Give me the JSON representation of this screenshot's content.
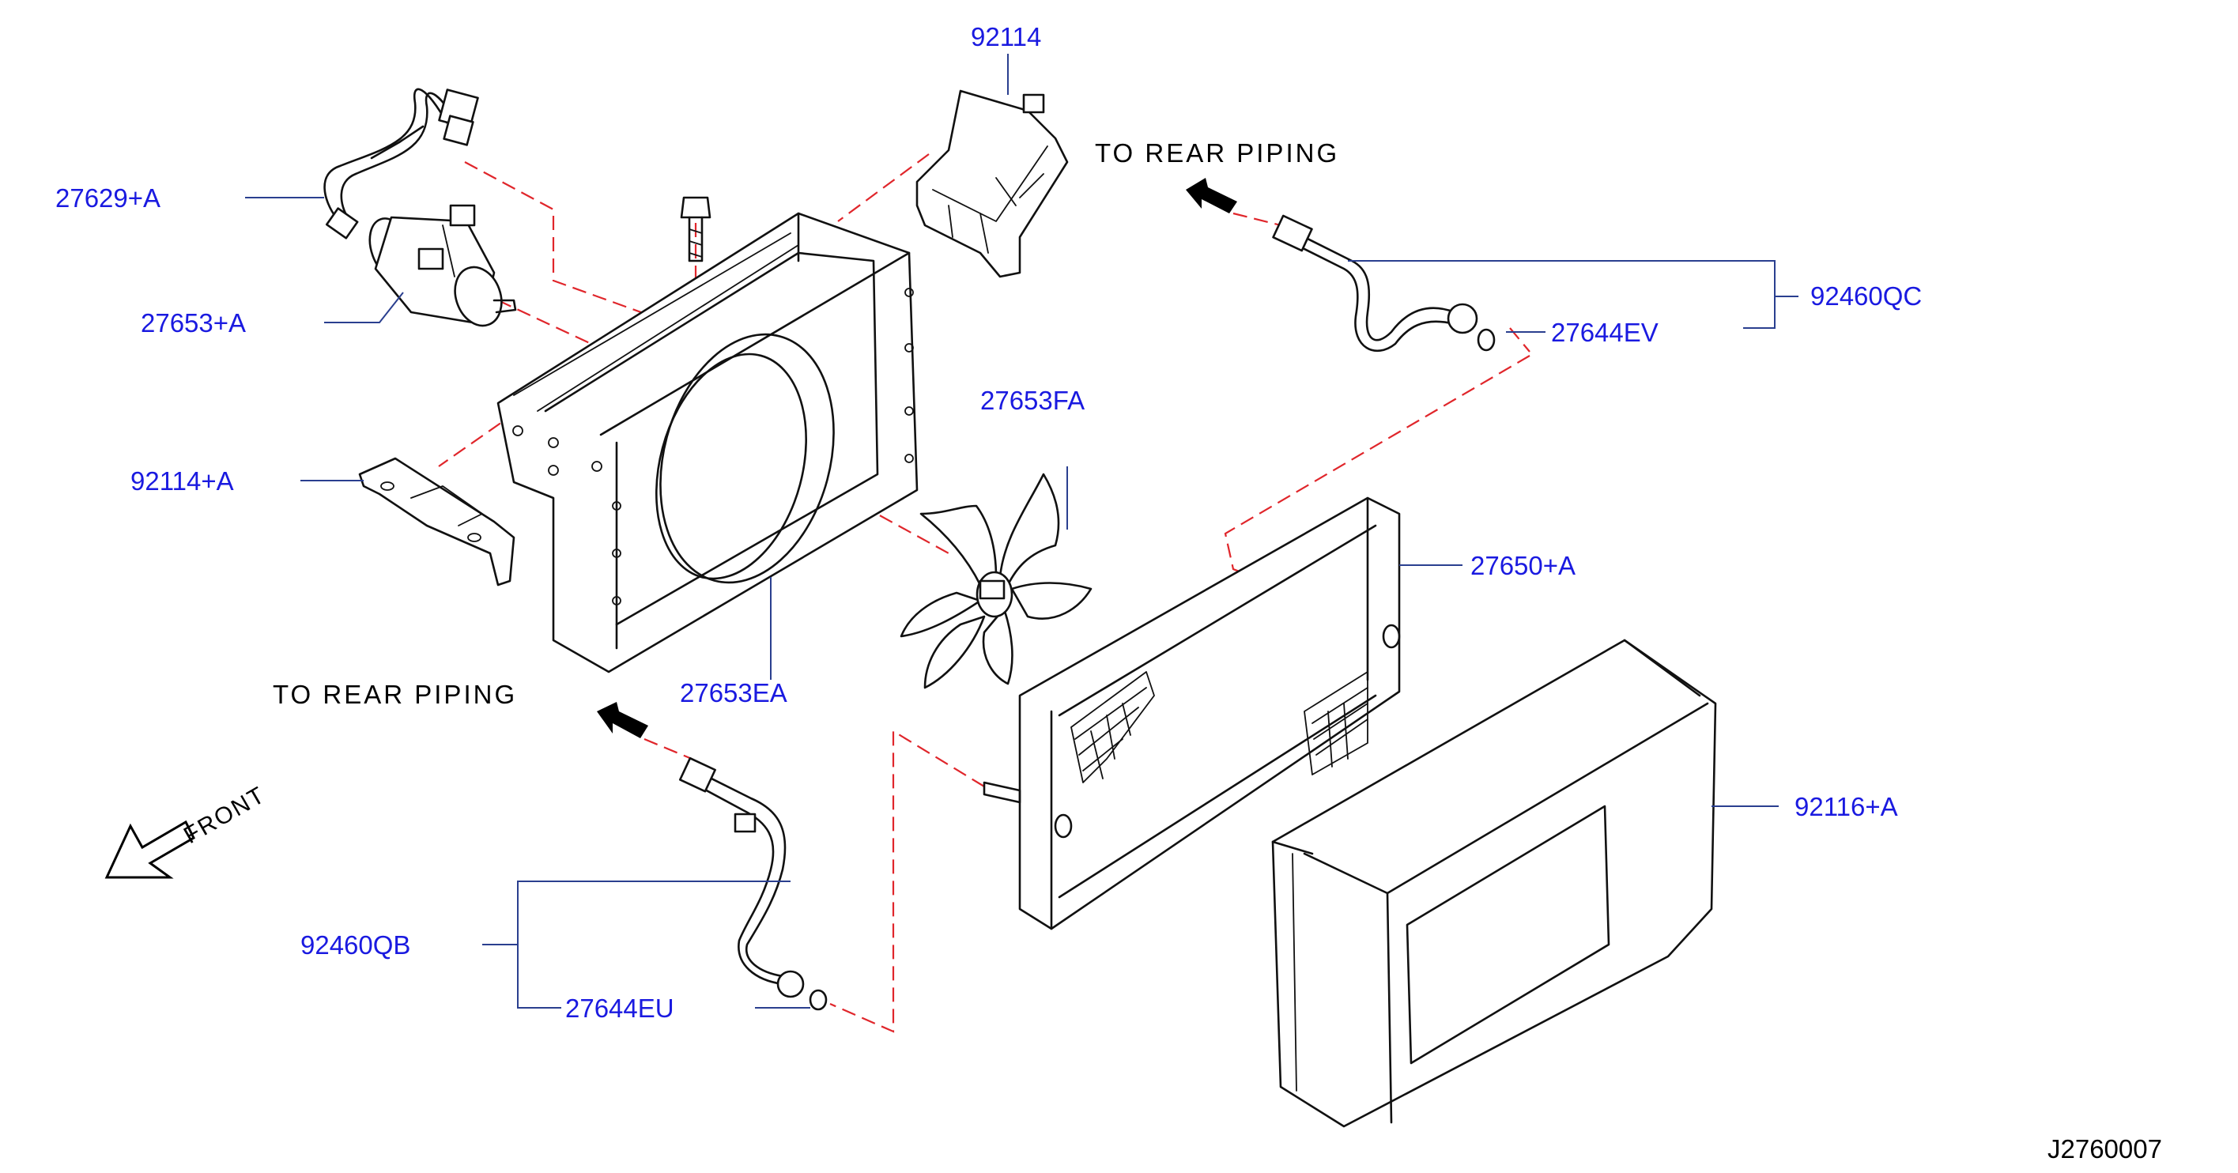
{
  "parts": [
    {
      "id": "p92114",
      "label": "92114"
    },
    {
      "id": "p27629",
      "label": "27629+A"
    },
    {
      "id": "p27653a",
      "label": "27653+A"
    },
    {
      "id": "p92114a",
      "label": "92114+A"
    },
    {
      "id": "p27653ea",
      "label": "27653EA"
    },
    {
      "id": "p27653fa",
      "label": "27653FA"
    },
    {
      "id": "p92460qc",
      "label": "92460QC"
    },
    {
      "id": "p27644ev",
      "label": "27644EV"
    },
    {
      "id": "p27650a",
      "label": "27650+A"
    },
    {
      "id": "p92116a",
      "label": "92116+A"
    },
    {
      "id": "p92460qb",
      "label": "92460QB"
    },
    {
      "id": "p27644eu",
      "label": "27644EU"
    }
  ],
  "notes": {
    "rear_piping_top": "TO REAR PIPING",
    "rear_piping_bottom": "TO REAR PIPING",
    "front": "FRONT"
  },
  "diagram_code": "J2760007",
  "colors": {
    "part_label": "#1a1ae0",
    "leader": "#2a3f8f",
    "dashed_guide": "#e0262b",
    "ink": "#111111"
  },
  "icons": {
    "front_arrow": "hollow-arrow-icon",
    "direction_arrows": "solid-arrow-icon"
  }
}
